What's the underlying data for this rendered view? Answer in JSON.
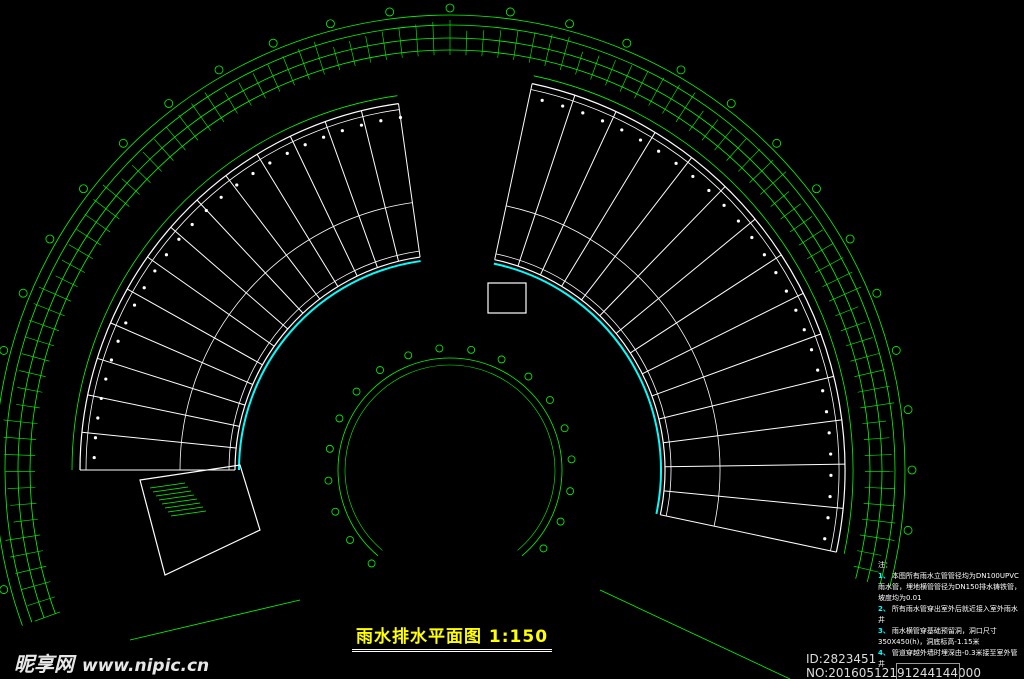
{
  "drawing": {
    "title": "雨水排水平面图 1:150",
    "notes": {
      "heading": "注：",
      "items": [
        {
          "num": "1、",
          "text": "本图所有雨水立管管径均为DN100UPVC雨水管，埋地横管管径为DN150排水铸铁管，坡度均为0.01"
        },
        {
          "num": "2、",
          "text": "所有雨水管穿出室外后就近接入室外雨水井"
        },
        {
          "num": "3、",
          "text": "雨水横管穿基础预留洞，洞口尺寸350X450(h)，洞底标高-1.15米"
        },
        {
          "num": "4、",
          "text": "管道穿越外墙时埋深由-0.3米接至室外管井"
        }
      ]
    },
    "colors": {
      "grid": "#00ff00",
      "walls": "#ffffff",
      "pipe": "#00ffff",
      "title": "#ffff00"
    }
  },
  "watermark": {
    "logo": "昵享网",
    "url": "www.nipic.cn",
    "id": "ID:2823451 NO:20160512191244144000"
  }
}
